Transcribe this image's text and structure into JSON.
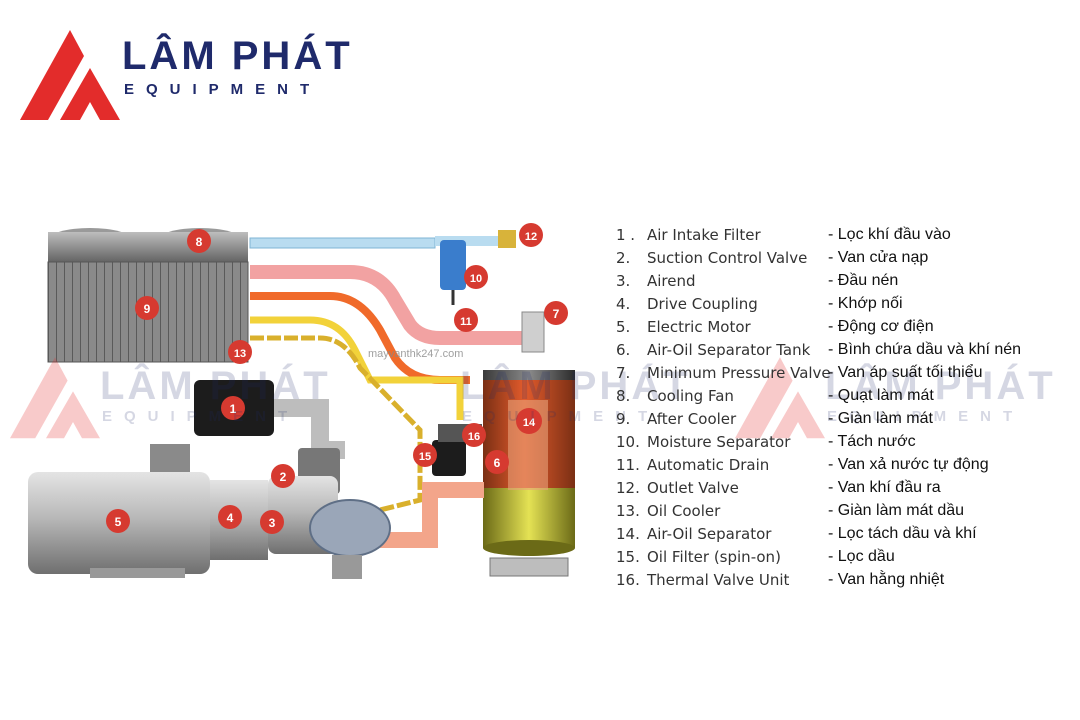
{
  "brand": {
    "name": "LÂM PHÁT",
    "tagline": "EQUIPMENT",
    "colors": {
      "red": "#e32c2b",
      "navy": "#1f2a6b"
    }
  },
  "diagram": {
    "callouts": [
      "1",
      "2",
      "3",
      "4",
      "5",
      "6",
      "7",
      "8",
      "9",
      "10",
      "11",
      "12",
      "13",
      "14",
      "15",
      "16"
    ],
    "watermark_text": "mayvanthk247.com"
  },
  "legend": [
    {
      "num": "1 .",
      "en": "Air Intake Filter",
      "vi": "- Lọc khí đầu vào"
    },
    {
      "num": "2.",
      "en": "Suction Control Valve",
      "vi": "- Van cửa nạp"
    },
    {
      "num": "3.",
      "en": "Airend",
      "vi": "- Đầu nén"
    },
    {
      "num": "4.",
      "en": "Drive Coupling",
      "vi": "- Khớp nối"
    },
    {
      "num": "5.",
      "en": "Electric Motor",
      "vi": "- Động cơ điện"
    },
    {
      "num": "6.",
      "en": "Air-Oil Separator Tank",
      "vi": "- Bình chứa dầu và khí nén"
    },
    {
      "num": "7.",
      "en": "Minimum Pressure Valve",
      "vi": "- Van áp suất tối thiểu"
    },
    {
      "num": "8.",
      "en": "Cooling Fan",
      "vi": "- Quạt làm mát"
    },
    {
      "num": "9.",
      "en": "After Cooler",
      "vi": "- Giàn làm mát"
    },
    {
      "num": "10.",
      "en": "Moisture Separator",
      "vi": "- Tách nước"
    },
    {
      "num": "11.",
      "en": "Automatic Drain",
      "vi": "- Van xả nước tự động"
    },
    {
      "num": "12.",
      "en": "Outlet Valve",
      "vi": "- Van khí đầu ra"
    },
    {
      "num": "13.",
      "en": "Oil Cooler",
      "vi": "- Giàn làm mát dầu"
    },
    {
      "num": "14.",
      "en": "Air-Oil Separator",
      "vi": "- Lọc tách dầu và khí"
    },
    {
      "num": "15.",
      "en": "Oil Filter (spin-on)",
      "vi": "- Lọc dầu"
    },
    {
      "num": "16.",
      "en": "Thermal Valve Unit",
      "vi": "- Van hằng nhiệt"
    }
  ]
}
